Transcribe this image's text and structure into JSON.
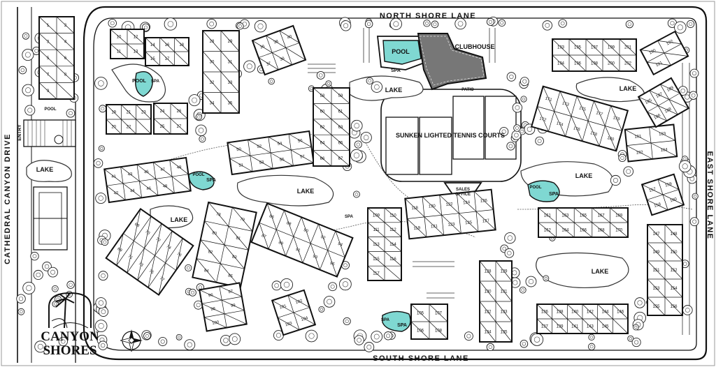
{
  "roads": {
    "north": "NORTH SHORE LANE",
    "south": "SOUTH SHORE LANE",
    "east": "EAST SHORE LANE",
    "west": "CATHEDRAL CANYON DRIVE"
  },
  "entry": "ENTRY",
  "logo": {
    "line1": "CANYON",
    "line2": "SHORES"
  },
  "amenities": {
    "pool_main": "POOL",
    "clubhouse": "CLUBHOUSE",
    "spa_main": "SPA",
    "patio": "PATIO",
    "tennis": "SUNKEN LIGHTED TENNIS COURTS",
    "sales_office_1": "SALES",
    "sales_office_2": "OFFICE"
  },
  "labels": [
    {
      "text": "LAKE",
      "kind": "lake"
    },
    {
      "text": "LAKE",
      "kind": "lake"
    },
    {
      "text": "LAKE",
      "kind": "lake"
    },
    {
      "text": "LAKE",
      "kind": "lake"
    },
    {
      "text": "LAKE",
      "kind": "lake"
    },
    {
      "text": "LAKE",
      "kind": "lake"
    },
    {
      "text": "LAKE",
      "kind": "lake"
    },
    {
      "text": "POOL",
      "kind": "pool"
    },
    {
      "text": "SPA",
      "kind": "spa"
    },
    {
      "text": "SPA",
      "kind": "spa"
    },
    {
      "text": "POOL",
      "kind": "pool"
    },
    {
      "text": "SPA",
      "kind": "spa"
    },
    {
      "text": "POOL",
      "kind": "pool"
    },
    {
      "text": "SPA",
      "kind": "spa"
    },
    {
      "text": "SPA",
      "kind": "spa"
    },
    {
      "text": "POOL",
      "kind": "pool"
    },
    {
      "text": "SPA",
      "kind": "spa"
    }
  ],
  "unit_groups": [
    [
      "10",
      "11",
      "12",
      "13"
    ],
    [
      "14",
      "15",
      "16",
      "17",
      "18"
    ],
    [
      "28",
      "29",
      "30",
      "31",
      "32",
      "33",
      "34",
      "35"
    ],
    [
      "36",
      "37",
      "38",
      "39",
      "40"
    ],
    [
      "19",
      "20",
      "21",
      "22",
      "23"
    ],
    [
      "24",
      "25",
      "26",
      "27"
    ],
    [
      "41",
      "42",
      "43",
      "44",
      "45",
      "46",
      "47",
      "48",
      "49"
    ],
    [
      "50",
      "51",
      "52",
      "53",
      "54",
      "55",
      "56",
      "57"
    ],
    [
      "58",
      "59",
      "60",
      "61",
      "62",
      "63",
      "64",
      "65",
      "66",
      "67"
    ],
    [
      "68",
      "69",
      "70",
      "71",
      "72",
      "73",
      "74",
      "75",
      "76",
      "77"
    ],
    [
      "78",
      "79",
      "80",
      "81",
      "82",
      "83",
      "84",
      "85"
    ],
    [
      "86",
      "87",
      "88",
      "89",
      "90",
      "91",
      "92",
      "93",
      "94",
      "95"
    ],
    [
      "96",
      "97",
      "98",
      "99",
      "100"
    ],
    [
      "101",
      "102",
      "103",
      "104"
    ],
    [
      "105",
      "106",
      "107",
      "108"
    ],
    [
      "109",
      "110",
      "111",
      "112",
      "113",
      "114",
      "115",
      "116",
      "117"
    ],
    [
      "118",
      "119",
      "120",
      "121",
      "122",
      "123",
      "124",
      "125",
      "126",
      "127"
    ],
    [
      "128",
      "129",
      "130",
      "131",
      "132",
      "133",
      "134",
      "135"
    ],
    [
      "136",
      "137",
      "138",
      "139",
      "140",
      "141",
      "142",
      "143",
      "144",
      "145",
      "146"
    ],
    [
      "147",
      "148",
      "149",
      "150",
      "151",
      "152",
      "153",
      "154",
      "155",
      "156"
    ],
    [
      "157",
      "158",
      "159",
      "160"
    ],
    [
      "161",
      "162",
      "163",
      "164",
      "165",
      "166",
      "167",
      "168",
      "169",
      "170"
    ],
    [
      "171",
      "172",
      "173",
      "174",
      "175",
      "176",
      "177",
      "178",
      "179",
      "180"
    ],
    [
      "181",
      "182",
      "183",
      "184"
    ],
    [
      "185",
      "186",
      "187",
      "188",
      "189"
    ],
    [
      "190",
      "191",
      "192"
    ],
    [
      "193",
      "194",
      "195",
      "196",
      "197",
      "198",
      "199",
      "200",
      "201",
      "202"
    ],
    [
      "1",
      "2",
      "3",
      "4",
      "5",
      "6",
      "7",
      "8",
      "9"
    ]
  ]
}
